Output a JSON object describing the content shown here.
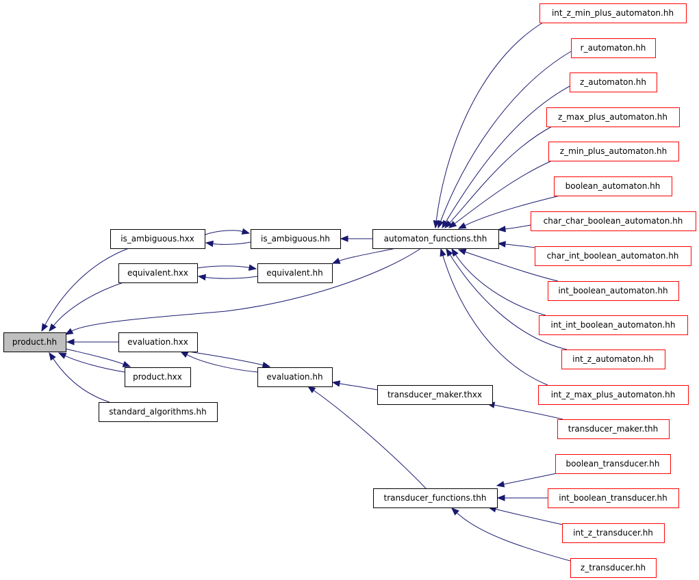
{
  "colors": {
    "edge": "#191970",
    "node_border_black": "#000000",
    "node_border_red": "#ff0000",
    "node_fill": "#ffffff",
    "root_fill": "#bfbfbf"
  },
  "nodes": {
    "product_hh": {
      "label": "product.hh",
      "border": "black",
      "fill": "root"
    },
    "is_ambiguous_hxx": {
      "label": "is_ambiguous.hxx",
      "border": "black"
    },
    "equivalent_hxx": {
      "label": "equivalent.hxx",
      "border": "black"
    },
    "evaluation_hxx": {
      "label": "evaluation.hxx",
      "border": "black"
    },
    "product_hxx": {
      "label": "product.hxx",
      "border": "black"
    },
    "standard_algorithms_hh": {
      "label": "standard_algorithms.hh",
      "border": "black"
    },
    "is_ambiguous_hh": {
      "label": "is_ambiguous.hh",
      "border": "black"
    },
    "equivalent_hh": {
      "label": "equivalent.hh",
      "border": "black"
    },
    "evaluation_hh": {
      "label": "evaluation.hh",
      "border": "black"
    },
    "automaton_functions_thh": {
      "label": "automaton_functions.thh",
      "border": "black"
    },
    "transducer_maker_thxx": {
      "label": "transducer_maker.thxx",
      "border": "black"
    },
    "transducer_functions_thh": {
      "label": "transducer_functions.thh",
      "border": "black"
    },
    "int_z_min_plus_automaton_hh": {
      "label": "int_z_min_plus_automaton.hh",
      "border": "red"
    },
    "r_automaton_hh": {
      "label": "r_automaton.hh",
      "border": "red"
    },
    "z_automaton_hh": {
      "label": "z_automaton.hh",
      "border": "red"
    },
    "z_max_plus_automaton_hh": {
      "label": "z_max_plus_automaton.hh",
      "border": "red"
    },
    "z_min_plus_automaton_hh": {
      "label": "z_min_plus_automaton.hh",
      "border": "red"
    },
    "boolean_automaton_hh": {
      "label": "boolean_automaton.hh",
      "border": "red"
    },
    "char_char_boolean_automaton_hh": {
      "label": "char_char_boolean_automaton.hh",
      "border": "red"
    },
    "char_int_boolean_automaton_hh": {
      "label": "char_int_boolean_automaton.hh",
      "border": "red"
    },
    "int_boolean_automaton_hh": {
      "label": "int_boolean_automaton.hh",
      "border": "red"
    },
    "int_int_boolean_automaton_hh": {
      "label": "int_int_boolean_automaton.hh",
      "border": "red"
    },
    "int_z_automaton_hh": {
      "label": "int_z_automaton.hh",
      "border": "red"
    },
    "int_z_max_plus_automaton_hh": {
      "label": "int_z_max_plus_automaton.hh",
      "border": "red"
    },
    "transducer_maker_thh": {
      "label": "transducer_maker.thh",
      "border": "red"
    },
    "boolean_transducer_hh": {
      "label": "boolean_transducer.hh",
      "border": "red"
    },
    "int_boolean_transducer_hh": {
      "label": "int_boolean_transducer.hh",
      "border": "red"
    },
    "int_z_transducer_hh": {
      "label": "int_z_transducer.hh",
      "border": "red"
    },
    "z_transducer_hh": {
      "label": "z_transducer.hh",
      "border": "red"
    }
  },
  "edges": [
    {
      "from": "is_ambiguous_hxx",
      "to": "product_hh"
    },
    {
      "from": "equivalent_hxx",
      "to": "product_hh"
    },
    {
      "from": "evaluation_hxx",
      "to": "product_hh"
    },
    {
      "from": "product_hxx",
      "to": "product_hh"
    },
    {
      "from": "standard_algorithms_hh",
      "to": "product_hh"
    },
    {
      "from": "automaton_functions_thh",
      "to": "product_hh"
    },
    {
      "from": "product_hh",
      "to": "product_hxx"
    },
    {
      "from": "is_ambiguous_hxx",
      "to": "is_ambiguous_hh"
    },
    {
      "from": "is_ambiguous_hh",
      "to": "is_ambiguous_hxx"
    },
    {
      "from": "equivalent_hxx",
      "to": "equivalent_hh"
    },
    {
      "from": "equivalent_hh",
      "to": "equivalent_hxx"
    },
    {
      "from": "evaluation_hxx",
      "to": "evaluation_hh"
    },
    {
      "from": "evaluation_hh",
      "to": "evaluation_hxx"
    },
    {
      "from": "automaton_functions_thh",
      "to": "is_ambiguous_hh"
    },
    {
      "from": "automaton_functions_thh",
      "to": "equivalent_hh"
    },
    {
      "from": "transducer_maker_thxx",
      "to": "evaluation_hh"
    },
    {
      "from": "transducer_functions_thh",
      "to": "evaluation_hh"
    },
    {
      "from": "transducer_maker_thh",
      "to": "transducer_maker_thxx"
    },
    {
      "from": "int_z_min_plus_automaton_hh",
      "to": "automaton_functions_thh"
    },
    {
      "from": "r_automaton_hh",
      "to": "automaton_functions_thh"
    },
    {
      "from": "z_automaton_hh",
      "to": "automaton_functions_thh"
    },
    {
      "from": "z_max_plus_automaton_hh",
      "to": "automaton_functions_thh"
    },
    {
      "from": "z_min_plus_automaton_hh",
      "to": "automaton_functions_thh"
    },
    {
      "from": "boolean_automaton_hh",
      "to": "automaton_functions_thh"
    },
    {
      "from": "char_char_boolean_automaton_hh",
      "to": "automaton_functions_thh"
    },
    {
      "from": "char_int_boolean_automaton_hh",
      "to": "automaton_functions_thh"
    },
    {
      "from": "int_boolean_automaton_hh",
      "to": "automaton_functions_thh"
    },
    {
      "from": "int_int_boolean_automaton_hh",
      "to": "automaton_functions_thh"
    },
    {
      "from": "int_z_automaton_hh",
      "to": "automaton_functions_thh"
    },
    {
      "from": "int_z_max_plus_automaton_hh",
      "to": "automaton_functions_thh"
    },
    {
      "from": "boolean_transducer_hh",
      "to": "transducer_functions_thh"
    },
    {
      "from": "int_boolean_transducer_hh",
      "to": "transducer_functions_thh"
    },
    {
      "from": "int_z_transducer_hh",
      "to": "transducer_functions_thh"
    },
    {
      "from": "z_transducer_hh",
      "to": "transducer_functions_thh"
    }
  ]
}
